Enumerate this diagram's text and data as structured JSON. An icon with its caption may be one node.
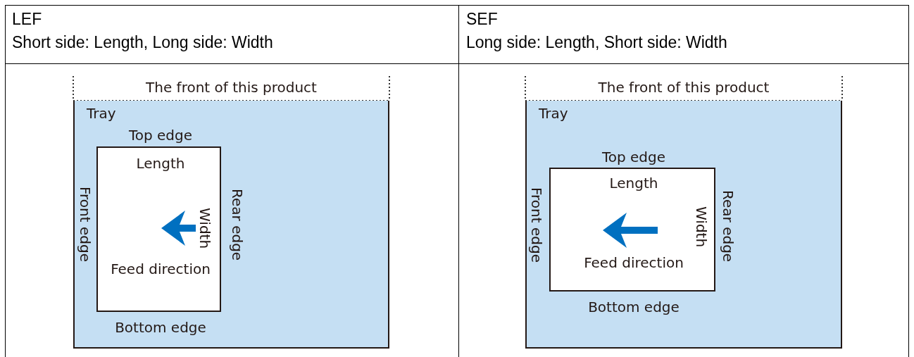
{
  "diagram": {
    "nodes": [
      {
        "text": [
          "Tray"
        ]
      },
      {
        "text": [
          "Length",
          "Width",
          "Feed direction"
        ],
        "in": 0,
        "beside": [
          "Top edge",
          "Front edge",
          "Rear edge",
          "Bottom edge"
        ]
      },
      {
        "text": [
          "Tray"
        ]
      },
      {
        "text": [
          "Length",
          "Width",
          "Feed direction"
        ],
        "in": 2,
        "beside": [
          "Top edge",
          "Front edge",
          "Rear edge",
          "Bottom edge"
        ]
      }
    ],
    "edges": [],
    "labels": [
      "LEF",
      "Short side: Length, Long side: Width",
      "SEF",
      "Long side: Length, Short side: Width",
      "The front of this product",
      "The front of this product"
    ]
  }
}
